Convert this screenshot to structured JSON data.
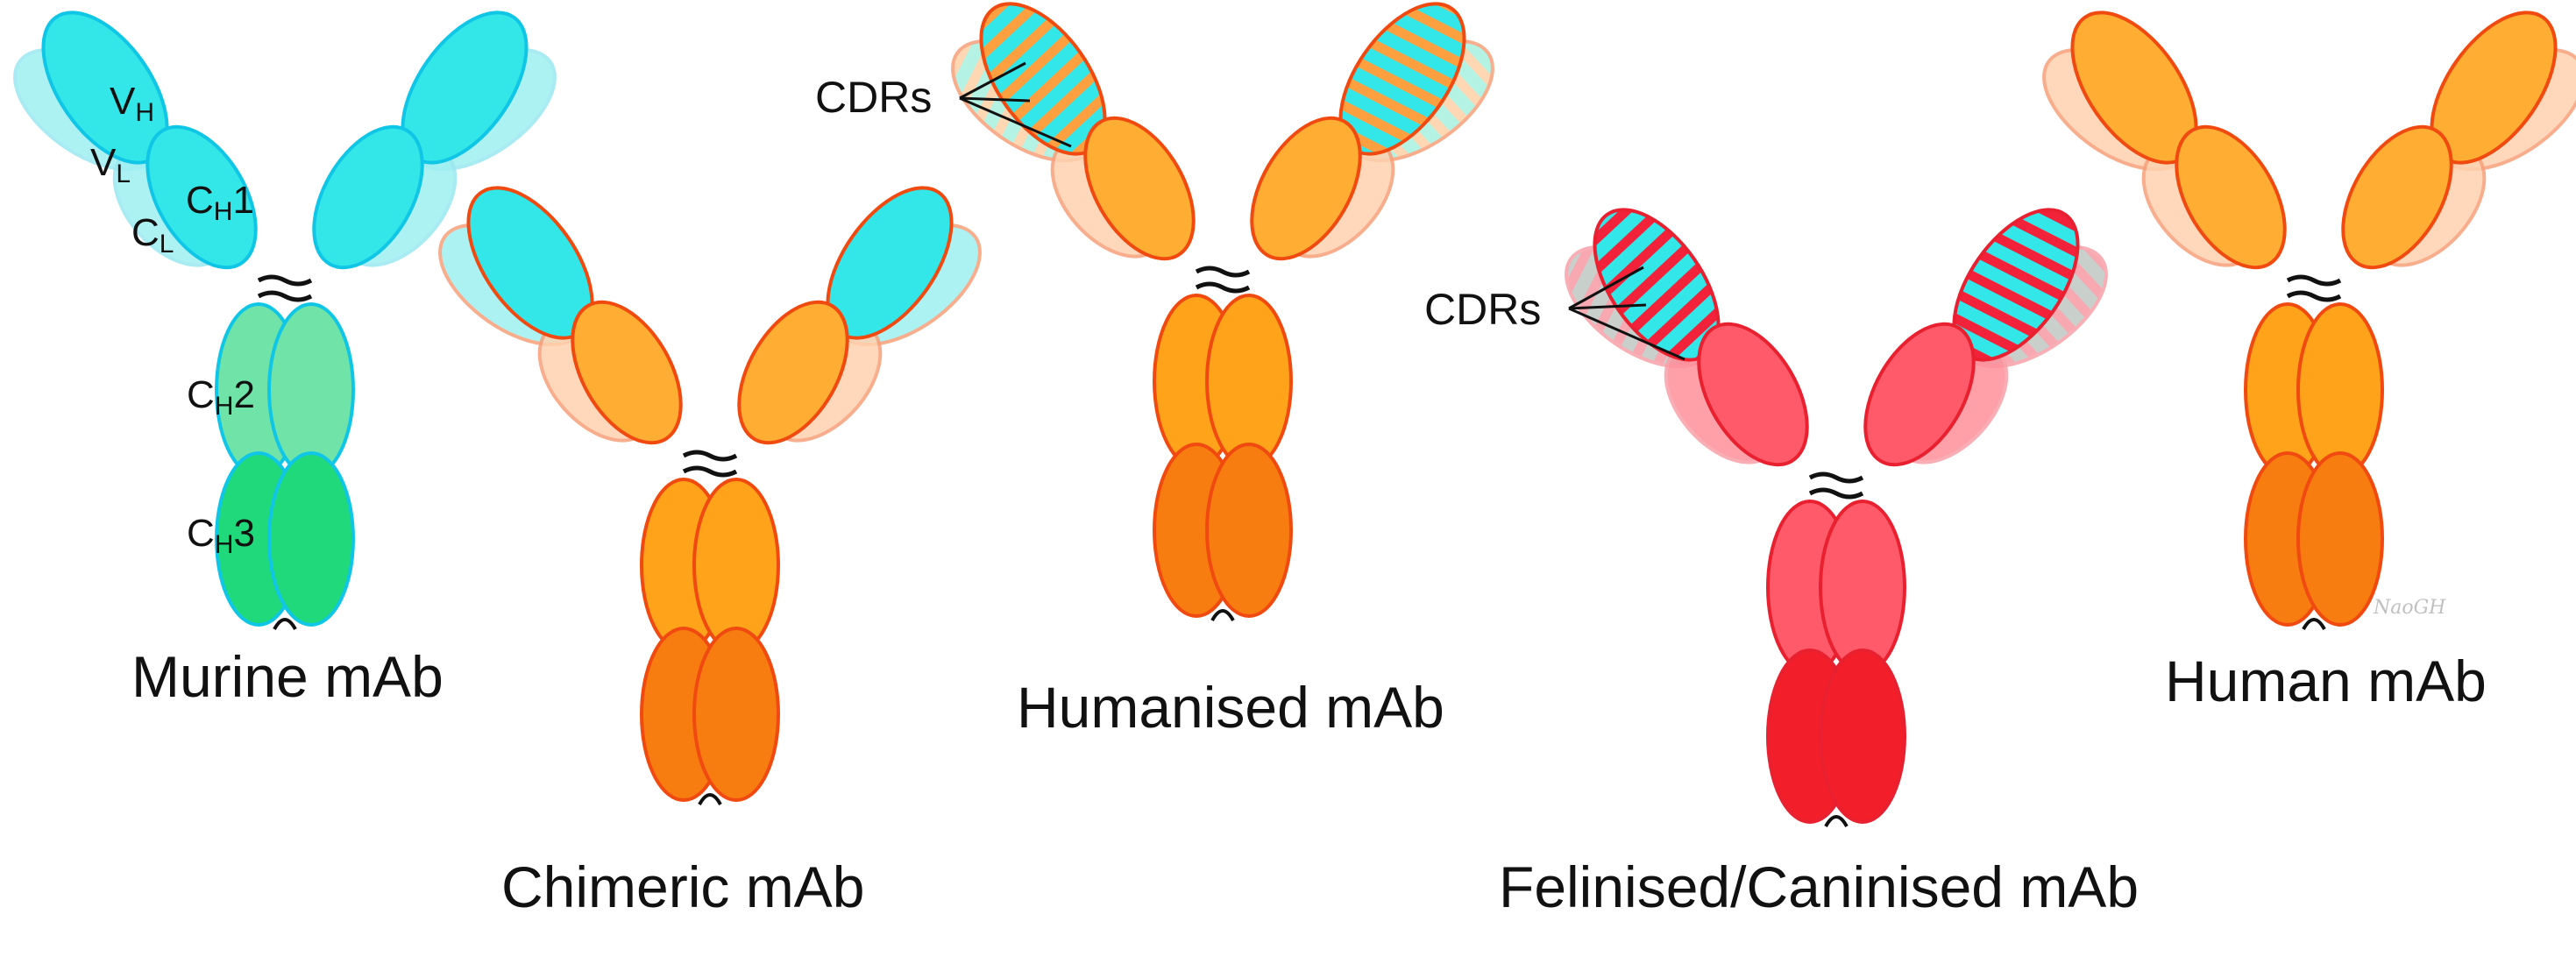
{
  "labels": {
    "murine": "Murine mAb",
    "chimeric": "Chimeric mAb",
    "humanised": "Humanised mAb",
    "felinised": "Felinised/Caninised mAb",
    "human": "Human mAb",
    "cdrs": "CDRs",
    "signature": "NaoGH"
  },
  "domains": {
    "vh": {
      "main": "V",
      "sub": "H"
    },
    "vl": {
      "main": "V",
      "sub": "L"
    },
    "cl": {
      "main": "C",
      "sub": "L"
    },
    "ch1": {
      "main": "C",
      "sub": "H",
      "suffix": "1"
    },
    "ch2": {
      "main": "C",
      "sub": "H",
      "suffix": "2"
    },
    "ch3": {
      "main": "C",
      "sub": "H",
      "suffix": "3"
    }
  },
  "colors": {
    "murine_fill": "#33e6e8",
    "murine_light": "#9ff0f2",
    "murine_ch2": "#6fe3a8",
    "murine_ch3": "#1fd97a",
    "murine_stroke": "#10c6e6",
    "chimeric_fill": "#ffad33",
    "chimeric_light": "#ffd2b0",
    "human_stroke": "#f04a10",
    "human_fc_upper": "#ffa31a",
    "human_fc_lower": "#f77d10",
    "feline_fill": "#ff5a6a",
    "feline_light": "#ff8f9a",
    "feline_fc_lower": "#f21f2a",
    "feline_stroke": "#e8202f",
    "cdr_stripe_orange": "#ffa040",
    "cdr_stripe_red": "#f2223a",
    "cdr_stripe_cyan": "#33e6e8"
  }
}
